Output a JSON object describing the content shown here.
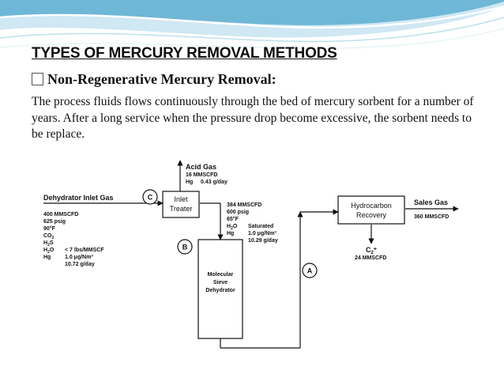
{
  "slide": {
    "title": "TYPES OF MERCURY REMOVAL METHODS",
    "subheading": "Non-Regenerative Mercury Removal:",
    "body": "The process fluids flows continuously through the bed of mercury sorbent for a number of years. After a long service when the pressure drop become excessive, the sorbent needs to be replace.",
    "colors": {
      "swoosh_dark": "#6fb7d6",
      "swoosh_light": "#cfe8f3",
      "text": "#111111"
    }
  },
  "diagram": {
    "acid_gas": {
      "title": "Acid Gas",
      "flow": "16 MMSCFD",
      "hg_label": "Hg",
      "hg_value": "0.43 g/day"
    },
    "inlet": {
      "title": "Dehydrator Inlet Gas",
      "marker": "C",
      "flow": "400 MMSCFD",
      "pressure": "625 psig",
      "temp": "90°F",
      "components": [
        "CO",
        "H",
        "H",
        "Hg"
      ],
      "component_subs": [
        "2",
        "2",
        "2",
        ""
      ],
      "component_suffix": [
        "",
        "S",
        "O",
        ""
      ],
      "values": [
        "",
        "",
        "< 7 lbs/MMSCF",
        "1.0 μg/Nm³"
      ],
      "hg_daily": "10.72 g/day"
    },
    "inlet_treater": {
      "line1": "Inlet",
      "line2": "Treater"
    },
    "treated_gas": {
      "flow": "384 MMSCFD",
      "pressure": "600 psig",
      "temp": "65°F",
      "h2o_label": "H",
      "h2o_sub": "2",
      "h2o_suffix": "O",
      "h2o_value": "Saturated",
      "hg_label": "Hg",
      "hg_value": "1.0 μg/Nm³",
      "hg_daily": "10.29 g/day"
    },
    "marker_b": "B",
    "marker_a": "A",
    "dehydrator": {
      "line1": "Molecular",
      "line2": "Sieve",
      "line3": "Dehydrator"
    },
    "hc_recovery": {
      "line1": "Hydrocarbon",
      "line2": "Recovery"
    },
    "sales_gas": {
      "title": "Sales Gas",
      "flow": "360 MMSCFD"
    },
    "c2plus": {
      "label": "C",
      "sub": "2",
      "sup": "+",
      "flow": "24 MMSCFD"
    }
  }
}
